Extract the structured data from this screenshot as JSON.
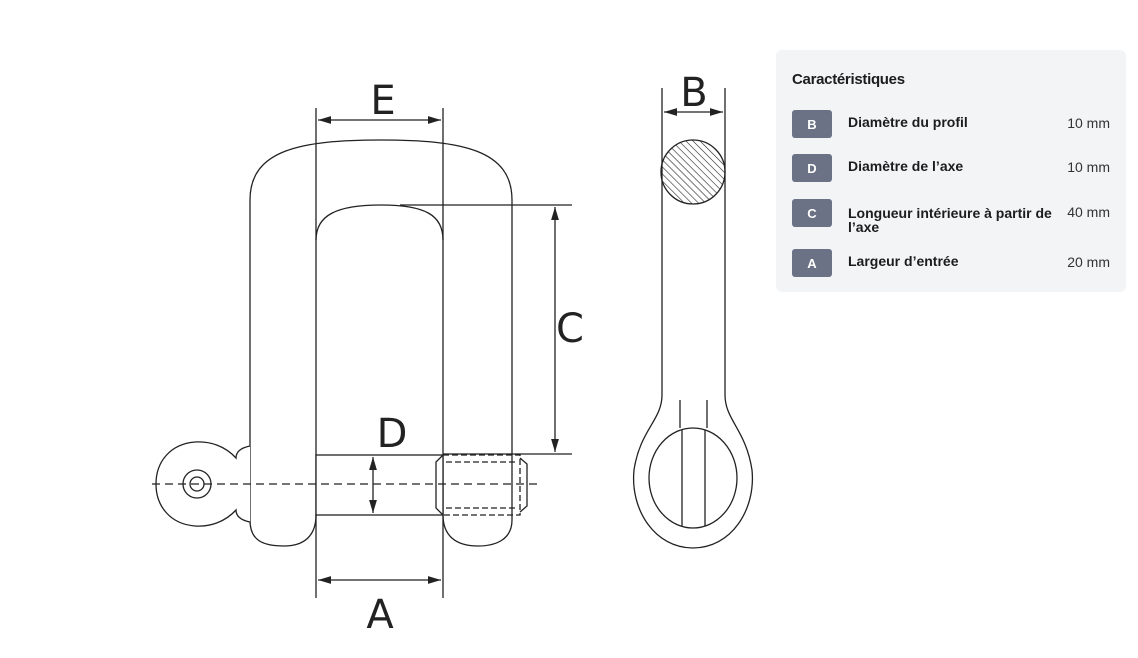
{
  "diagram": {
    "labels": {
      "E": "E",
      "C": "C",
      "D": "D",
      "A": "A",
      "B": "B"
    }
  },
  "panel": {
    "title": "Caractéristiques",
    "rows": [
      {
        "badge": "B",
        "label": "Diamètre du profil",
        "value": "10 mm"
      },
      {
        "badge": "D",
        "label": "Diamètre de l’axe",
        "value": "10 mm"
      },
      {
        "badge": "C",
        "label": "Longueur intérieure à partir de l’axe",
        "value": "40 mm"
      },
      {
        "badge": "A",
        "label": "Largeur d’entrée",
        "value": "20 mm"
      }
    ],
    "badge_color": "#6b7286"
  }
}
